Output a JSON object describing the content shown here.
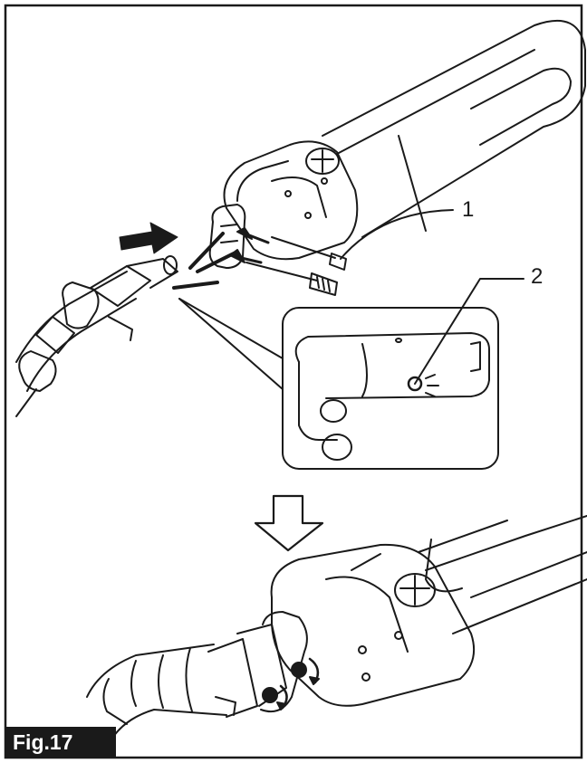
{
  "figure": {
    "label": "Fig.17",
    "callouts": [
      "1",
      "2"
    ]
  }
}
